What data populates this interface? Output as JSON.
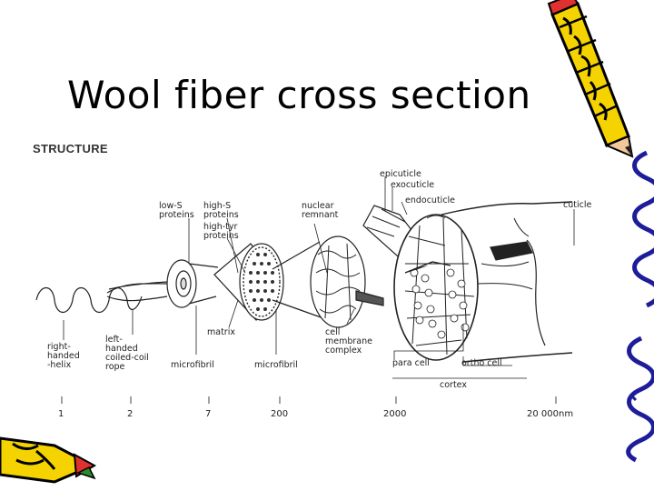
{
  "slide": {
    "title": "Wool fiber cross section"
  },
  "diagram": {
    "section_title": "STRUCTURE",
    "labels": {
      "low_s": [
        "low-S",
        "proteins"
      ],
      "high_s": [
        "high-S",
        "proteins"
      ],
      "high_tyr": [
        "high-tyr",
        "proteins"
      ],
      "nuclear": [
        "nuclear",
        "remnant"
      ],
      "epicuticle": "epicuticle",
      "exocuticle": "exocuticle",
      "endocuticle": "endocuticle",
      "cuticle": "cuticle",
      "right_helix": [
        "right-",
        "handed",
        "-helix"
      ],
      "left_rope": [
        "left-",
        "handed",
        "coiled-coil",
        "rope"
      ],
      "matrix": "matrix",
      "microfibril_1": "microfibril",
      "microfibril_2": "microfibril",
      "cell_membrane": [
        "cell",
        "membrane",
        "complex"
      ],
      "para_cell": "para cell",
      "ortho_cell": "ortho cell",
      "cortex": "cortex"
    },
    "scale": [
      "1",
      "2",
      "7",
      "200",
      "2000",
      "20 000nm"
    ]
  },
  "decorations": {
    "pencil_icon": "pencil-icon",
    "squiggle": "squiggle-border",
    "crayon": "crayon-icon"
  }
}
